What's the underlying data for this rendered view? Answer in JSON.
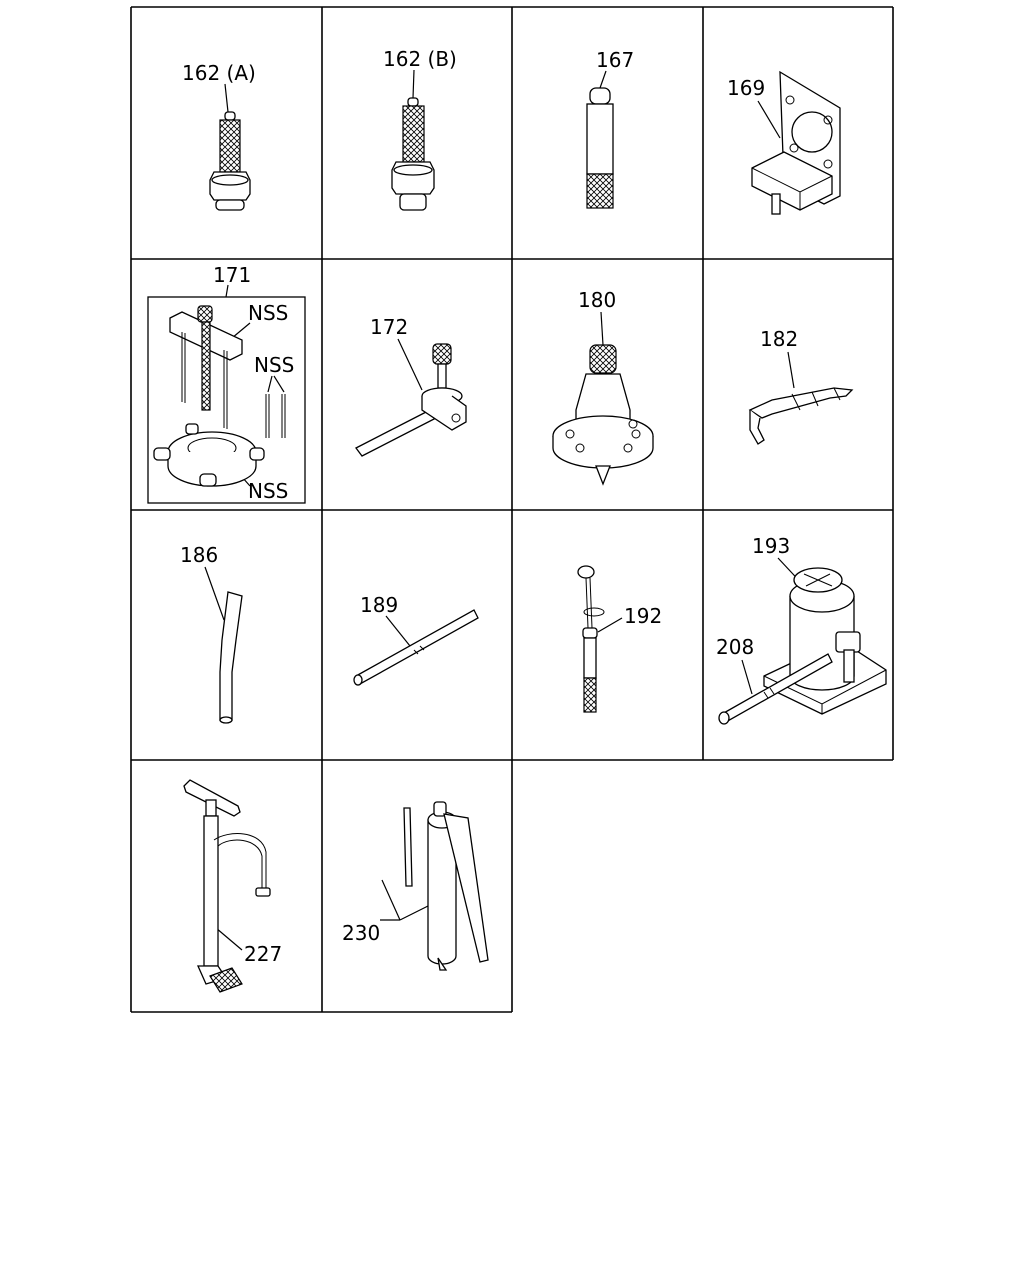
{
  "labels": {
    "c162a": "162 (A)",
    "c162b": "162 (B)",
    "c167": "167",
    "c169": "169",
    "c171": "171",
    "nss1": "NSS",
    "nss2": "NSS",
    "nss3": "NSS",
    "c172": "172",
    "c180": "180",
    "c182": "182",
    "c186": "186",
    "c189": "189",
    "c192": "192",
    "c193": "193",
    "c208": "208",
    "c227": "227",
    "c230": "230"
  }
}
